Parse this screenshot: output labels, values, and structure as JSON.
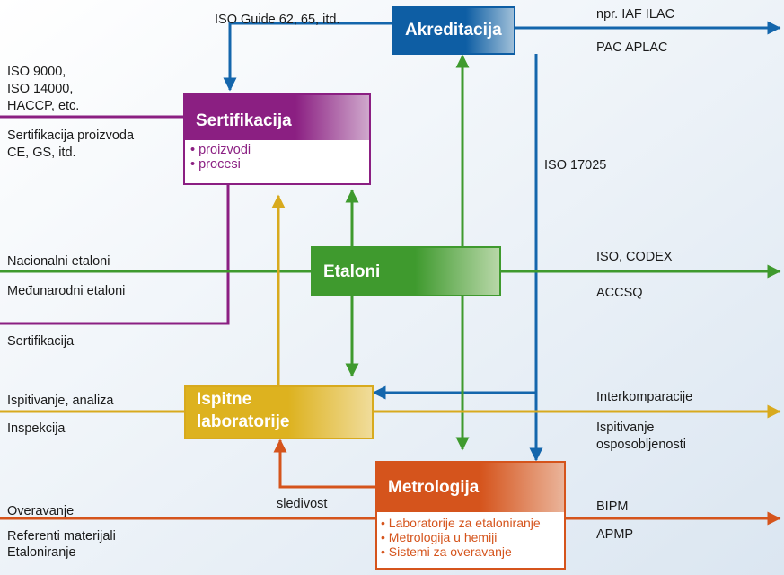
{
  "colors": {
    "blue": "#1466ac",
    "purple": "#8b1f82",
    "green": "#3f9a2e",
    "yellow": "#d8aa1e",
    "orange": "#d5541c"
  },
  "boxes": {
    "akreditacija": {
      "title": "Akreditacija"
    },
    "sertifikacija": {
      "title": "Sertifikacija",
      "items": [
        "proizvodi",
        "procesi"
      ]
    },
    "etaloni": {
      "title": "Etaloni"
    },
    "ispitne": {
      "title_line1": "Ispitne",
      "title_line2": "laboratorije"
    },
    "metrologija": {
      "title": "Metrologija",
      "items": [
        "Laboratorije za etaloniranje",
        "Metrologija u hemiji",
        "Sistemi za overavanje"
      ]
    }
  },
  "labels": {
    "iso_guide": "ISO Guide 62, 65, itd.",
    "iaf_ilac": "npr.  IAF ILAC",
    "pac_aplac": "PAC APLAC",
    "iso_9000": "ISO 9000,",
    "iso_14000": "ISO 14000,",
    "haccp": "HACCP, etc.",
    "sert_proizvoda": "Sertifikacija proizvoda",
    "ce_gs": "CE, GS, itd.",
    "iso_17025": "ISO 17025",
    "nacionalni": "Nacionalni etaloni",
    "medjunarodni": "Međunarodni etaloni",
    "iso_codex": "ISO, CODEX",
    "accsq": "ACCSQ",
    "sertifikacija_left": "Sertifikacija",
    "ispitivanje_analiza": "Ispitivanje, analiza",
    "inspekcija": "Inspekcija",
    "interkomparacije": "Interkomparacije",
    "ispitivanje_osp_1": "Ispitivanje",
    "ispitivanje_osp_2": "osposobljenosti",
    "sledivost": "sledivost",
    "overavanje": "Overavanje",
    "referentni": "Referenti materijali",
    "etaloniranje": "Etaloniranje",
    "bipm": "BIPM",
    "apmp": "APMP"
  }
}
